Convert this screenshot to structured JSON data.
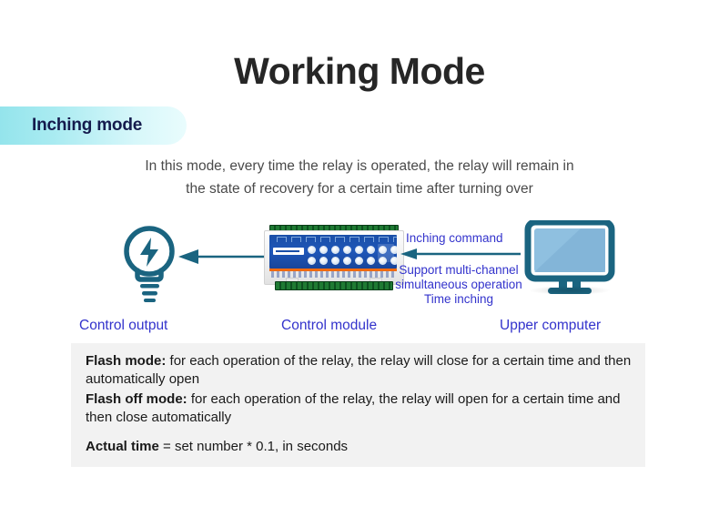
{
  "page": {
    "title": "Working Mode",
    "badge_label": "Inching mode",
    "description_line1": "In this mode, every time the relay is operated, the relay will remain in",
    "description_line2": "the state of recovery for a certain time after turning over"
  },
  "diagram": {
    "left_icon": "lightbulb-icon",
    "right_icon": "monitor-icon",
    "device_icon": "control-module-device",
    "flow_arrow_left": "arrow-left",
    "flow_arrow_right": "arrow-left-command",
    "command_label": "Inching command",
    "feature_line1": "Support multi-channel",
    "feature_line2": "simultaneous operation",
    "feature_line3": "Time inching",
    "caption_output": "Control output",
    "caption_module": "Control module",
    "caption_computer": "Upper computer"
  },
  "info_panel": {
    "items": [
      {
        "label": "Flash mode:",
        "text": " for each operation of the relay, the relay will close for a certain time and then automatically open"
      },
      {
        "label": "Flash off mode:",
        "text": " for each operation of the relay, the relay will open for a certain time and then close automatically"
      },
      {
        "label": "Actual time",
        "text": " = set number * 0.1, in seconds"
      }
    ]
  },
  "colors": {
    "title": "#262626",
    "badge_gradient_start": "#8de2ea",
    "badge_gradient_end": "#e9fcfd",
    "badge_text": "#141b4d",
    "blue_label": "#3333cc",
    "teal_icon": "#1a6480",
    "panel_background": "#f2f2f2",
    "device_blue": "#1b4fa8",
    "device_orange": "#f06a10",
    "terminal_green": "#1f7a33"
  }
}
